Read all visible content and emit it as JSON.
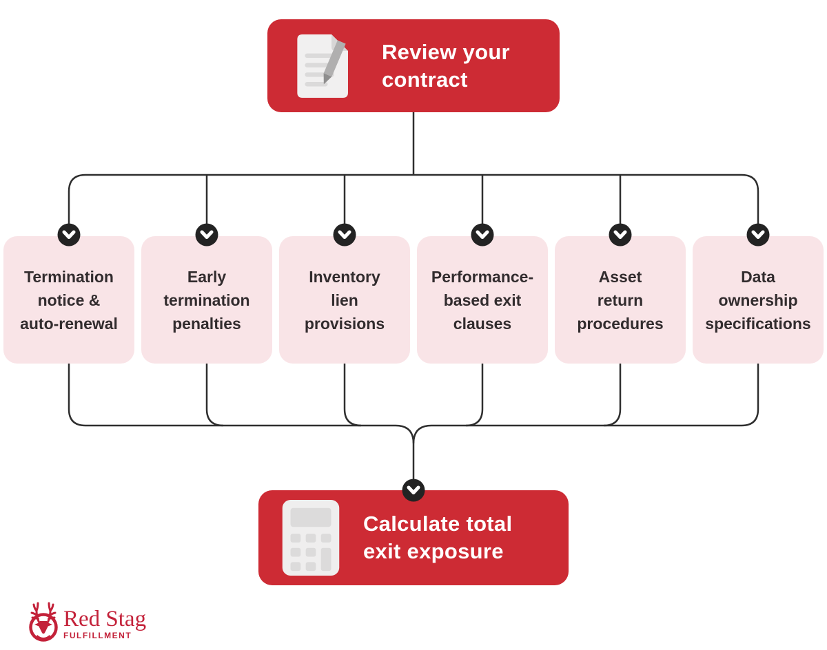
{
  "palette": {
    "brand_red": "#cd2b34",
    "logo_red": "#c32139",
    "branch_pink": "#f9e4e7",
    "connector_line": "#2e2e2e",
    "marker_black": "#232323",
    "dark_text": "#322c2e",
    "node_text": "#ffffff"
  },
  "icons": {
    "start": "document-pencil-icon",
    "end": "calculator-icon",
    "marker": "chevron-down-icon",
    "logo": "stag-emblem-icon"
  },
  "flowchart": {
    "start": {
      "label": "Review your\ncontract"
    },
    "branches": [
      {
        "label": "Termination\nnotice &\nauto-renewal"
      },
      {
        "label": "Early\ntermination\npenalties"
      },
      {
        "label": "Inventory\nlien\nprovisions"
      },
      {
        "label": "Performance-\nbased exit\nclauses"
      },
      {
        "label": "Asset\nreturn\nprocedures"
      },
      {
        "label": "Data\nownership\nspecifications"
      }
    ],
    "end": {
      "label": "Calculate total\nexit exposure"
    }
  },
  "logo": {
    "name": "Red Stag",
    "subtitle": "FULFILLMENT"
  }
}
